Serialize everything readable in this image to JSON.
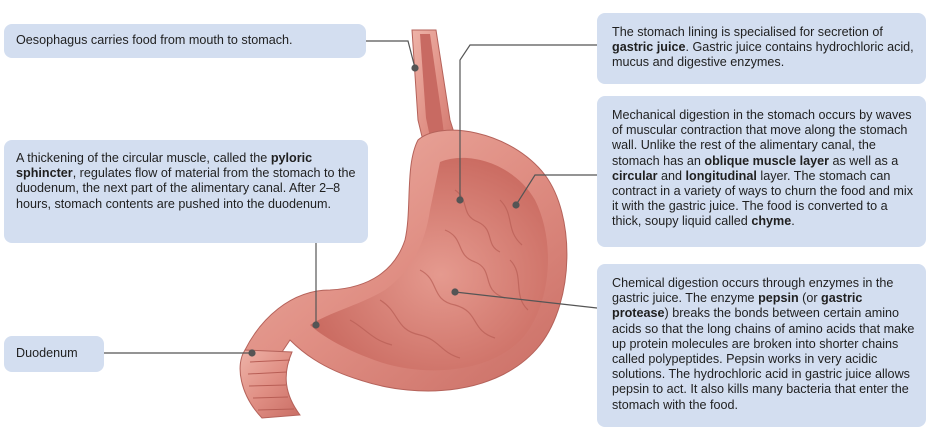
{
  "labels": {
    "oesophagus": "Oesophagus carries food from mouth to stomach.",
    "pyloric": {
      "pre": "A thickening of the circular muscle, called the ",
      "term": "pyloric sphincter",
      "post": ", regulates flow of material from the stomach to the duodenum, the next part of the alimentary canal. After 2–8 hours, stomach contents are pushed into the duodenum."
    },
    "duodenum": "Duodenum",
    "lining": {
      "pre": "The stomach lining is specialised for secretion of ",
      "term": "gastric juice",
      "post": ". Gastric juice contains hydrochloric acid, mucus and digestive enzymes."
    },
    "mechanical": {
      "p1": "Mechanical digestion in the stomach occurs by waves of muscular contraction that move along the stomach wall. Unlike the rest of the alimentary canal, the stomach has an ",
      "t1": "oblique muscle layer",
      "p2": " as well as a ",
      "t2": "circular",
      "p3": " and ",
      "t3": "longitudinal",
      "p4": " layer. The stomach can contract in a variety of ways to churn the food and mix it with the gastric juice. The food is converted to a thick, soupy liquid called ",
      "t4": "chyme",
      "p5": "."
    },
    "chemical": {
      "p1": "Chemical digestion occurs through enzymes in the gastric juice. The enzyme ",
      "t1": "pepsin",
      "p2": " (or ",
      "t2": "gastric protease",
      "p3": ") breaks the bonds between certain amino acids so that the long chains of amino acids that make up protein molecules are broken into shorter chains called polypeptides. Pepsin works in very acidic solutions. The hydrochloric acid in gastric juice allows pepsin to act. It also kills many bacteria that enter the stomach with the food."
    }
  },
  "colors": {
    "label_bg": "#d3def0",
    "leader": "#555555",
    "stomach_outer": "#d9857c",
    "stomach_inner": "#e9a497",
    "mucosa": "#d27a72"
  }
}
